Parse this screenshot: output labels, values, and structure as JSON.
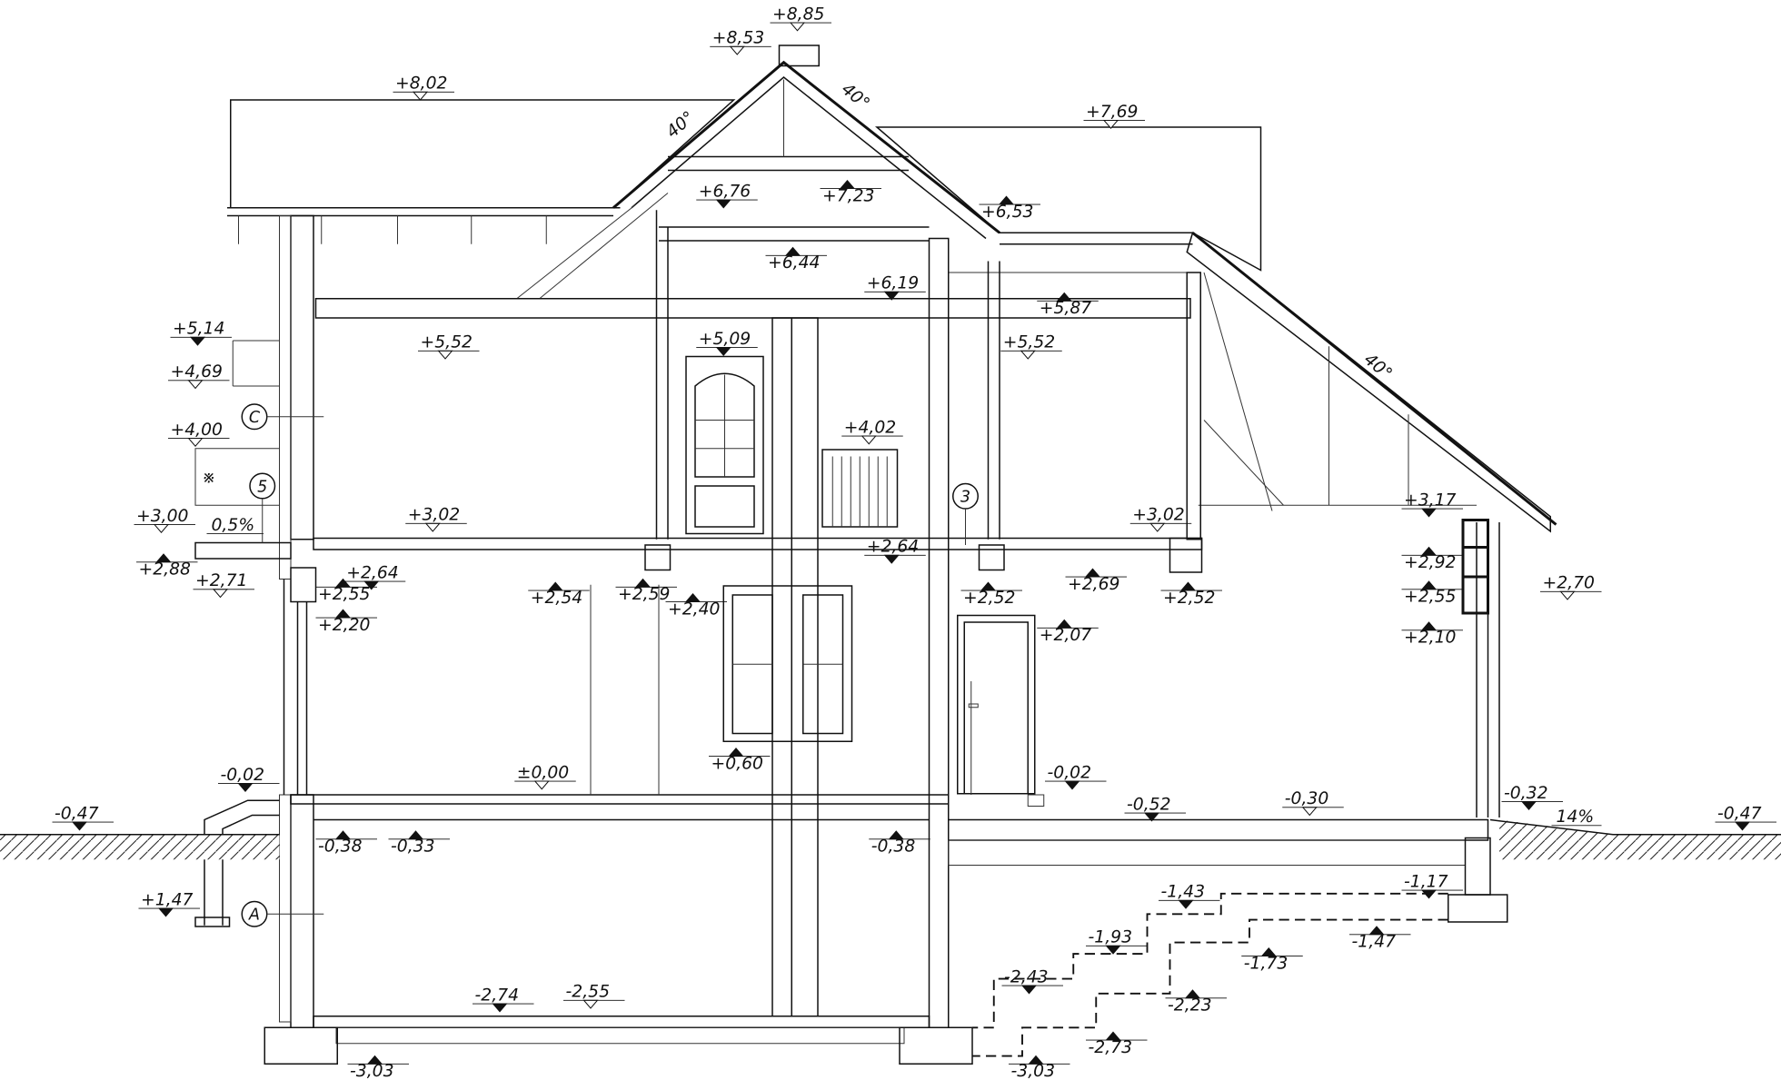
{
  "drawing": {
    "levels": {
      "chimney_top": "+8,85",
      "ridge": "+8,53",
      "roof_left_top": "+8,02",
      "roof_right_top": "+7,69",
      "gable_beam_left": "+6,76",
      "gable_collar": "+7,23",
      "eaves_right": "+6,53",
      "collar_tie": "+6,44",
      "post_top": "+6,19",
      "attic_right": "+5,87",
      "attic_floor_left": "+5,52",
      "attic_floor_right": "+5,52",
      "door_head_upper": "+5,09",
      "parapet_top": "+5,14",
      "parapet_low": "+4,69",
      "window_top_left": "+4,00",
      "stair_rail": "+4,02",
      "balcony": "+3,00",
      "floor2_left": "+3,02",
      "floor2_right": "+3,02",
      "eave_wall_right": "+3,17",
      "balcony_slab": "+2,88",
      "balcony_bottom": "+2,71",
      "lintel_top": "+2,64",
      "lintel_mid": "+2,55",
      "window_head_left": "+2,20",
      "ceiling_1": "+2,54",
      "beam_1": "+2,59",
      "window_head_mid": "+2,40",
      "floor2_mid": "+2,64",
      "beam_2": "+2,52",
      "ceiling_2": "+2,69",
      "beam_3": "+2,52",
      "door_head": "+2,07",
      "right_lintel_top": "+2,92",
      "right_lintel_mid": "+2,55",
      "right_lintel_bottom": "+2,10",
      "eave_right": "+2,70",
      "entry_step": "-0,02",
      "ground_floor": "±0,00",
      "sill": "+0,60",
      "door_threshold": "-0,02",
      "terrace": "-0,52",
      "terrace_top": "-0,30",
      "terrace_edge": "-0,32",
      "slope": "14%",
      "grade_left": "-0,47",
      "grade_right": "-0,47",
      "slab_bottom_left": "-0,38",
      "slab_bottom_mid": "-0,33",
      "slab_bottom_right": "-0,38",
      "step_1": "-1,17",
      "step_2": "-1,43",
      "areaway": "+1,47",
      "step_3": "-1,47",
      "step_4": "-1,93",
      "step_5": "-1,73",
      "step_6": "-2,43",
      "step_7": "-2,23",
      "basement_floor": "-2,74",
      "basement_finish": "-2,55",
      "step_8": "-2,73",
      "footing_left": "-3,03",
      "footing_right": "-3,03"
    },
    "angles": {
      "left_pitch": "40°",
      "gable_pitch": "40°",
      "right_pitch": "40°"
    },
    "slope_balcony": "0,5%",
    "axes": {
      "a": "A",
      "c": "C",
      "three": "3",
      "five": "5"
    }
  }
}
